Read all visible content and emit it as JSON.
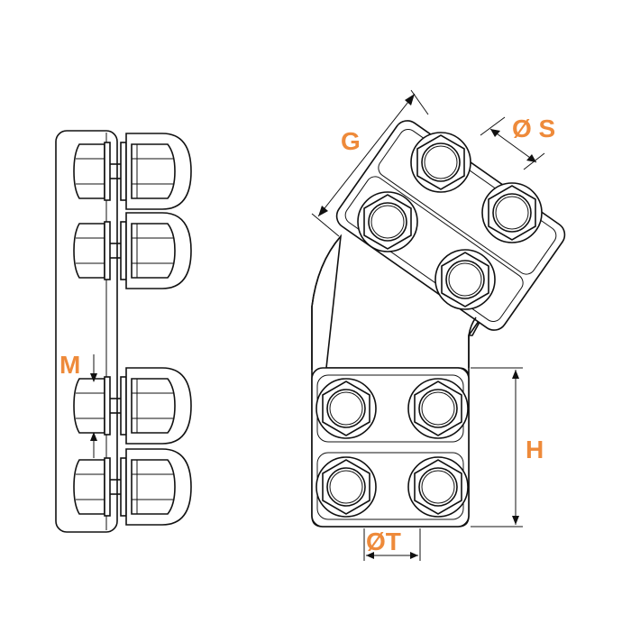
{
  "labels": {
    "g": "G",
    "s": "Ø S",
    "m": "M",
    "h": "H",
    "t": "ØT"
  },
  "colors": {
    "label": "#ee8a3a",
    "line": "#111111",
    "background": "#ffffff"
  },
  "views": {
    "side": "side-view",
    "front": "front-view"
  }
}
